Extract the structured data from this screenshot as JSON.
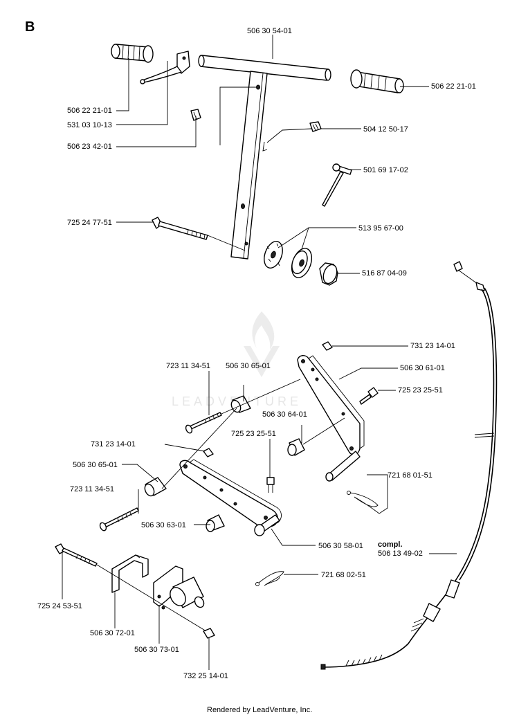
{
  "section_letter": "B",
  "watermark": "LEADVENTURE",
  "footer": "Rendered by LeadVenture, Inc.",
  "parts": [
    {
      "id": "p1",
      "number": "506 30 54-01"
    },
    {
      "id": "p2",
      "number": "506 22 21-01"
    },
    {
      "id": "p3",
      "number": "506 22 21-01"
    },
    {
      "id": "p4",
      "number": "531 03 10-13"
    },
    {
      "id": "p5",
      "number": "506 23 42-01"
    },
    {
      "id": "p6",
      "number": "504 12 50-17"
    },
    {
      "id": "p7",
      "number": "501 69 17-02"
    },
    {
      "id": "p8",
      "number": "725 24 77-51"
    },
    {
      "id": "p9",
      "number": "513 95 67-00"
    },
    {
      "id": "p10",
      "number": "516 87 04-09"
    },
    {
      "id": "p11",
      "number": "731 23 14-01"
    },
    {
      "id": "p12",
      "number": "723 11 34-51"
    },
    {
      "id": "p13",
      "number": "506 30 65-01"
    },
    {
      "id": "p14",
      "number": "506 30 61-01"
    },
    {
      "id": "p15",
      "number": "725 23 25-51"
    },
    {
      "id": "p16",
      "number": "506 30 64-01"
    },
    {
      "id": "p17",
      "number": "725 23 25-51"
    },
    {
      "id": "p18",
      "number": "731 23 14-01"
    },
    {
      "id": "p19",
      "number": "506 30 65-01"
    },
    {
      "id": "p20",
      "number": "721 68 01-51"
    },
    {
      "id": "p21",
      "number": "723 11 34-51"
    },
    {
      "id": "p22",
      "number": "506 30 63-01"
    },
    {
      "id": "p23",
      "number": "506 30 58-01"
    },
    {
      "id": "p24",
      "number": "compl."
    },
    {
      "id": "p25",
      "number": "506 13 49-02"
    },
    {
      "id": "p26",
      "number": "721 68 02-51"
    },
    {
      "id": "p27",
      "number": "725 24 53-51"
    },
    {
      "id": "p28",
      "number": "506 30 72-01"
    },
    {
      "id": "p29",
      "number": "506 30 73-01"
    },
    {
      "id": "p30",
      "number": "732 25 14-01"
    }
  ]
}
